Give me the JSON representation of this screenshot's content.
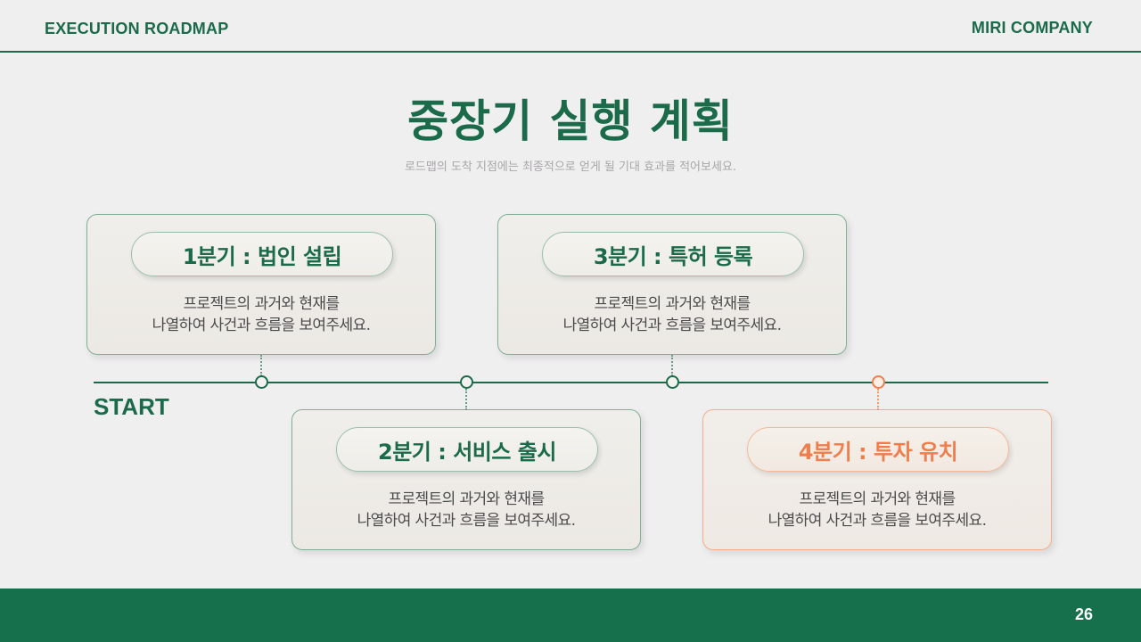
{
  "header": {
    "section_label": "EXECUTION ROADMAP",
    "company": "MIRI COMPANY"
  },
  "title": "중장기 실행 계획",
  "subtitle": "로드맵의 도착 지점에는 최종적으로 얻게 될 기대 효과를 적어보세요.",
  "timeline": {
    "start_label": "START",
    "colors": {
      "primary": "#1b6b4a",
      "accent": "#ef7e4c"
    },
    "milestones": [
      {
        "title": "1분기 : 법인 설립",
        "desc_line1": "프로젝트의 과거와 현재를",
        "desc_line2": "나열하여 사건과 흐름을 보여주세요.",
        "position": "above",
        "highlight": false
      },
      {
        "title": "2분기 : 서비스 출시",
        "desc_line1": "프로젝트의 과거와 현재를",
        "desc_line2": "나열하여 사건과 흐름을 보여주세요.",
        "position": "below",
        "highlight": false
      },
      {
        "title": "3분기 : 특허 등록",
        "desc_line1": "프로젝트의 과거와 현재를",
        "desc_line2": "나열하여 사건과 흐름을 보여주세요.",
        "position": "above",
        "highlight": false
      },
      {
        "title": "4분기 : 투자 유치",
        "desc_line1": "프로젝트의 과거와 현재를",
        "desc_line2": "나열하여 사건과 흐름을 보여주세요.",
        "position": "below",
        "highlight": true
      }
    ]
  },
  "footer": {
    "page_number": "26"
  }
}
